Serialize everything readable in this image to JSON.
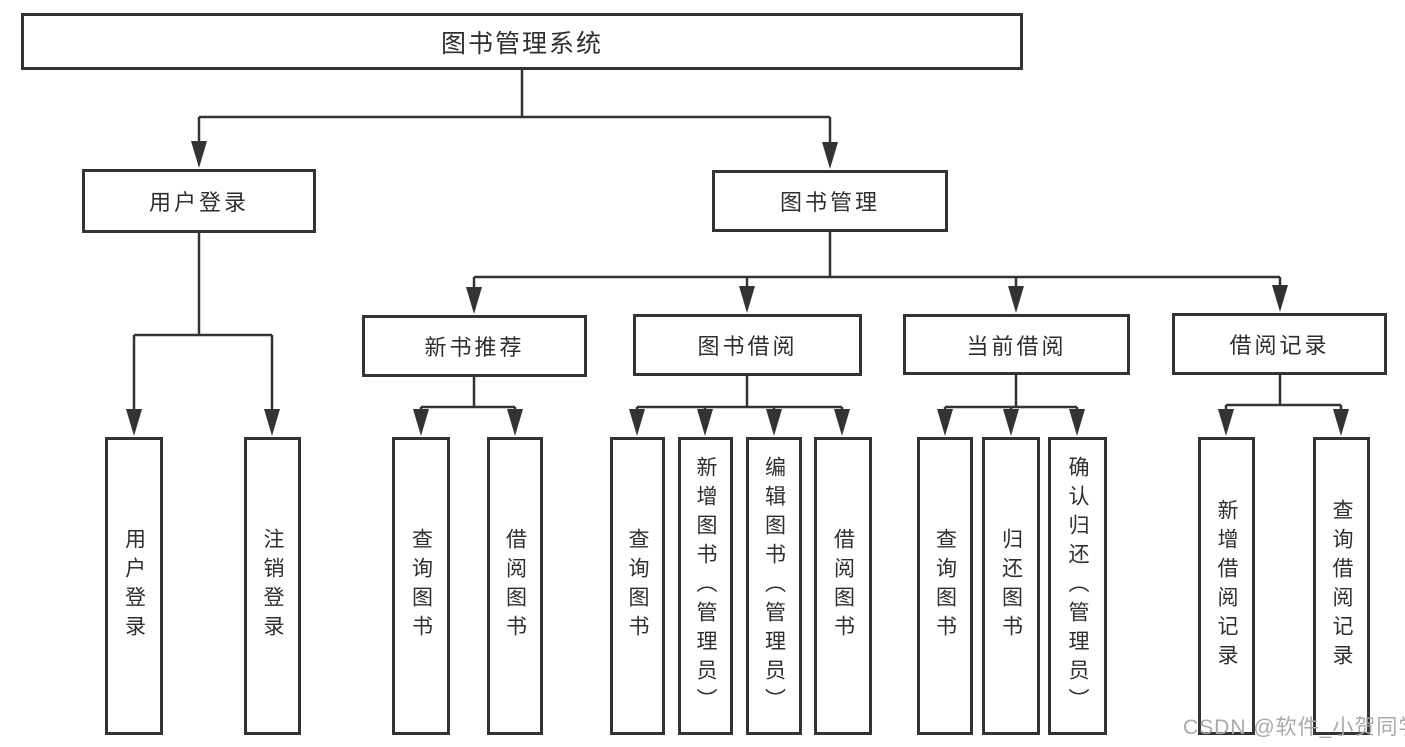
{
  "diagram": {
    "root": {
      "label": "图书管理系统"
    },
    "branches": [
      {
        "label": "用户登录",
        "leaves": [
          {
            "label": "用户登录"
          },
          {
            "label": "注销登录"
          }
        ]
      },
      {
        "label": "图书管理",
        "groups": [
          {
            "label": "新书推荐",
            "leaves": [
              {
                "label": "查询图书"
              },
              {
                "label": "借阅图书"
              }
            ]
          },
          {
            "label": "图书借阅",
            "leaves": [
              {
                "label": "查询图书"
              },
              {
                "label": "新增图书（管理员）"
              },
              {
                "label": "编辑图书（管理员）"
              },
              {
                "label": "借阅图书"
              }
            ]
          },
          {
            "label": "当前借阅",
            "leaves": [
              {
                "label": "查询图书"
              },
              {
                "label": "归还图书"
              },
              {
                "label": "确认归还（管理员）"
              }
            ]
          },
          {
            "label": "借阅记录",
            "leaves": [
              {
                "label": "新增借阅记录"
              },
              {
                "label": "查询借阅记录"
              }
            ]
          }
        ]
      }
    ]
  },
  "watermark": {
    "text": "CSDN @软件_小贺同学"
  },
  "colors": {
    "line": "#333333",
    "text": "#2f2f2f",
    "watermark": "#aaaaaa",
    "background": "#ffffff"
  }
}
